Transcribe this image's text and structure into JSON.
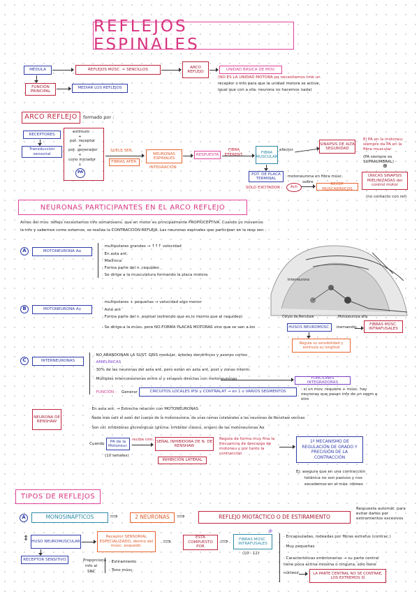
{
  "title": "REFLEJOS ESPINALES",
  "top": {
    "medula": "MÉDULA",
    "reflejos_musc": "REFLEJOS MÚSC. ≃ SENCILLOS",
    "arco_reflejo_box": "ARCO REFLEJO",
    "unidad_basica": "UNIDAD BÁSICA DE MOV.",
    "note1": "(NO ES LA UNIDAD MOTORA pq necesitamos tmb un",
    "note2": "receptor o info para que la unidad motora se active,",
    "note3": "igual que con a.sila. neurona no hacemos nada)",
    "funcion_principal": "FUNCIÓN PRINCIPAL",
    "mediar": "MEDIAR LOS REFLEJOS"
  },
  "arco": {
    "heading": "ARCO REFLEJO",
    "formado_por": "formado por :",
    "receptores": "RECEPTORES",
    "transduccion": "Transducción sensorial",
    "list1": "estímulo",
    "list2": "pot. receptor",
    "list3": "pot. generador",
    "list4": "cono iniciador",
    "pa": "PA",
    "fibras_afer": "FIBRAS AFER.",
    "suele_ser": "SUELE SER",
    "neuronas_espinales": "NEURONAS ESPINALES",
    "integracion": "INTEGRACIÓN",
    "respuesta": "RESPUESTA",
    "fibra_eferent": "FIBRA EFERENT.",
    "fibra_muscular": "FIBRA MUSCULAR",
    "efector": "efector",
    "pot_placa": "POT. DE PLACA TERMINAL",
    "motoneurona_fibra": ": motoneurona en fibra músc.",
    "solo_excitador": "SÓLO EXCITADOR :",
    "ach": "Ach",
    "sobre": "sobre",
    "recep_muscarinicos": "RECEP. MUSCARÍNICOS",
    "sinapsis_alta": "SINAPSIS DE ALTA SEGURIDAD",
    "note_pa": "El PA en la motoneu. siempre da PA en la fibra muscular",
    "note_supra": "(PA siempre es SUPRAUMBRAL)",
    "unicas_sinapsis": "ÚNICAS SINAPSIS MIELINIZADAS del control motor",
    "no_contacto": "(no contacto con rel)"
  },
  "neuronas": {
    "heading": "NEURONAS PARTICIPANTES EN EL ARCO REFLEJO",
    "intro1": "Antes del mov. reflejo necesitamos info somatosens. que en motor es principalmente PROPIOCEPTIVA. Cuando yo movemos",
    "intro2": "la info y sabemos como estamos, se realiza la CONTRACCIÓN REFLEJA. Las neuronas espinales que participan en la resp son :",
    "a_letter": "A",
    "a_label": "MOTONEURONA Aα",
    "a1": "· multipolares grandes → ↑↑↑ velocidad",
    "a2": "· En asta ant.",
    "a3": "· Mielínica",
    "a4": "· Forma parte del n. raquídeo",
    "a5": "· Se dirige a la musculatura formando la placa motora",
    "b_letter": "B",
    "b_label": "MOTONEURONA Aγ",
    "b1": "· multipolares + pequeñas → velocidad algo menor",
    "b2": "· Asta ant",
    "b3": "· Forma parte del n. espinal (entiendo que es lo mismo que el raquídeo)",
    "b4": "· Se dirige a la músc. pero NO FORMA PLACAS MOTORAS sino que se van a los",
    "husos": "HUSOS NEUROMÚSC.",
    "inervando": "inervando",
    "fibras_intrafusales": "FIBRAS MÚSC. INTRAFUSALES",
    "regula": "Regula su sensibilidad y estimula su longitud",
    "diagram_label1": "Interneurona",
    "diagram_label2": "Célula de Renshaw",
    "diagram_label3": "Motoneurona alfa",
    "c_letter": "C",
    "c_label": "INTERNEURONAS",
    "c1": "· NO ABANDONAN LA SUST. GRIS medular, árboles dendríticos y axones cortos",
    "c2": "· AMIELÍNICAS",
    "c3": "· 30% de las neuronas del asta ant, pero están en asta ant, post y zonas interm.",
    "c4": "· Múltiples interconexiones entre sí y sinapsis directas con motoneuronas",
    "funciones_integradoras": "FUNCIONES INTEGRADORAS",
    "funcion": "· FUNCIÓN :",
    "generar": "Generar",
    "circuitos": "CIRCUITOS LOCALES IPSI y CONTRALAT → en 1 o VARIOS SEGMENTOS",
    "circ_note": ": si un mov. requiere + músc. hay neuronas que pasan info de un segm a otro",
    "renshaw_box": "NEURONA DE RENSHAW",
    "r1": "· En asta ant. → Estrecha relación con MOTONEURONAS",
    "r2": "· Nada más salir el axón del cuerpo de la motoneurona, da unas ramas colaterales a las neuronas de Renshaw vecinas",
    "r3": "· Son cél. inhibidoras glicinérgicas (glicina: inhibidor clásico, origen) de las motoneuronas Aα",
    "cuando": "Cuando",
    "pa_motoneur": "PA de la Motoneur.",
    "recibe": "recibe inm.",
    "senal_inhib": "SEÑAL INHIBIDORA DE N. DE RENSHAW",
    "inhib_lateral": "INHIBICIÓN LATERAL",
    "ms": "(10 señales)",
    "regula_forma": "Regula de forma muy fina la frecuencia de descarga de motoneu y por tanto la contracción",
    "mecanismo": "1º MECANISMO DE REGULACIÓN DE GRADO Y PRECISIÓN DE LA CONTRACCIÓN",
    "ej": "Ej: asegura que en una contracción",
    "ej2": "tetánica no son pasivos y nos",
    "ej3": "excedemos en el máx. idóneo"
  },
  "tipos": {
    "heading": "TIPOS DE REFLEJOS",
    "a_letter": "A",
    "mono": "MONOSINÁPTICOS",
    "dos_neuronas": "2 NEURONAS",
    "miotatico": "REFLEJO MIOTÁCTICO O DE ESTIRAMIENTO",
    "resp_autom": "Respuesta automát. para evitar daños por estiramientos excesivos",
    "huso": "HUSO NEUROMUSCULAR",
    "receptor_sensorial": "Receptor SENSORIAL ESPECIALIZADO, dentro del músc. esquelét.",
    "esta_compuesto": "ESTÁ COMPUESTO POR",
    "fibras_intra": "FIBRAS MÚSC. INTRAFUSALES",
    "count": "(10 - 12)",
    "receptor_sensitivo": "RECEPTOR SENSITIVO",
    "propor1": "Proporciona",
    "propor2": "info al",
    "propor3": "SNC",
    "estiramiento": "- Estiramiento",
    "tono": "- Tono músc.",
    "d1": "· Encapsuladas, rodeadas por fibras extrafus (contrac.)",
    "d2": "· Muy pequeñas",
    "d3": "· Características embrionarias → su parte central",
    "d4": "tiene poca actina-miosina o ninguna, sólo tiene",
    "nucleos": "núcleos",
    "parte_central": "LA PARTE CENTRAL NO SE CONTRAE, LOS EXTREMOS SÍ"
  }
}
